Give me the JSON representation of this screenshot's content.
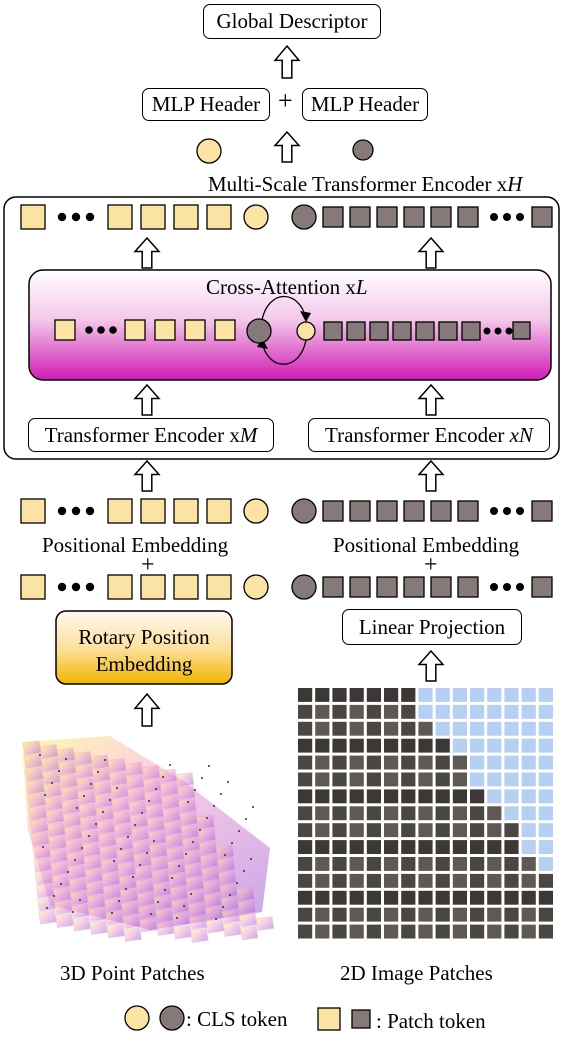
{
  "title": "Global Descriptor",
  "mlp_header_left": "MLP Header",
  "plus": "+",
  "mlp_header_right": "MLP Header",
  "multiscale_prefix": "Multi-Scale Transformer Encoder x",
  "multiscale_var": "H",
  "cross_attention_prefix": "Cross-Attention x",
  "cross_attention_var": "L",
  "encoder_left_prefix": "Transformer Encoder x",
  "encoder_left_var": "M",
  "encoder_right_prefix": "Transformer Encoder ",
  "encoder_right_var": "xN",
  "pos_embed_left": "Positional Embedding",
  "pos_embed_right": "Positional Embedding",
  "rotary_line1": "Rotary Position",
  "rotary_line2": "Embedding",
  "linear_projection": "Linear Projection",
  "caption_3d": "3D Point Patches",
  "caption_2d": "2D Image Patches",
  "legend_cls": ": CLS token",
  "legend_patch": ": Patch token",
  "colors": {
    "yellow_token": "#fbe3a3",
    "gray_token": "#857a79",
    "cross_gradient_top": "#ffffff",
    "cross_gradient_bottom": "#d01ab5",
    "rotary_gradient_top": "#fffaf0",
    "rotary_gradient_bottom": "#f2b400"
  }
}
